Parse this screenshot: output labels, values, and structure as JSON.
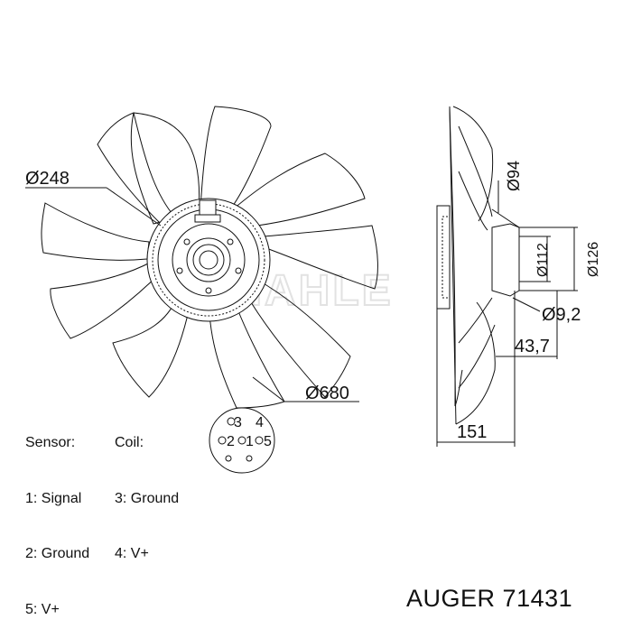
{
  "dimensions": {
    "hub_diameter": "Ø248",
    "fan_diameter": "Ø680",
    "flange_diameter": "Ø94",
    "bolt_circle_1": "Ø112",
    "bolt_circle_2": "Ø126",
    "hole_diameter": "Ø9,2",
    "offset": "43,7",
    "overall_depth": "151"
  },
  "watermark": "MAHLE",
  "sensor": {
    "title": "Sensor:",
    "items": [
      "1: Signal",
      "2: Ground",
      "5: V+"
    ]
  },
  "coil": {
    "title": "Coil:",
    "items": [
      "3: Ground",
      "4: V+"
    ]
  },
  "connector_pins": [
    "3",
    "4",
    "2",
    "1",
    "5"
  ],
  "product": {
    "brand": "AUGER",
    "part_number": "71431"
  },
  "colors": {
    "line": "#111111",
    "watermark": "#e6e6e6"
  }
}
